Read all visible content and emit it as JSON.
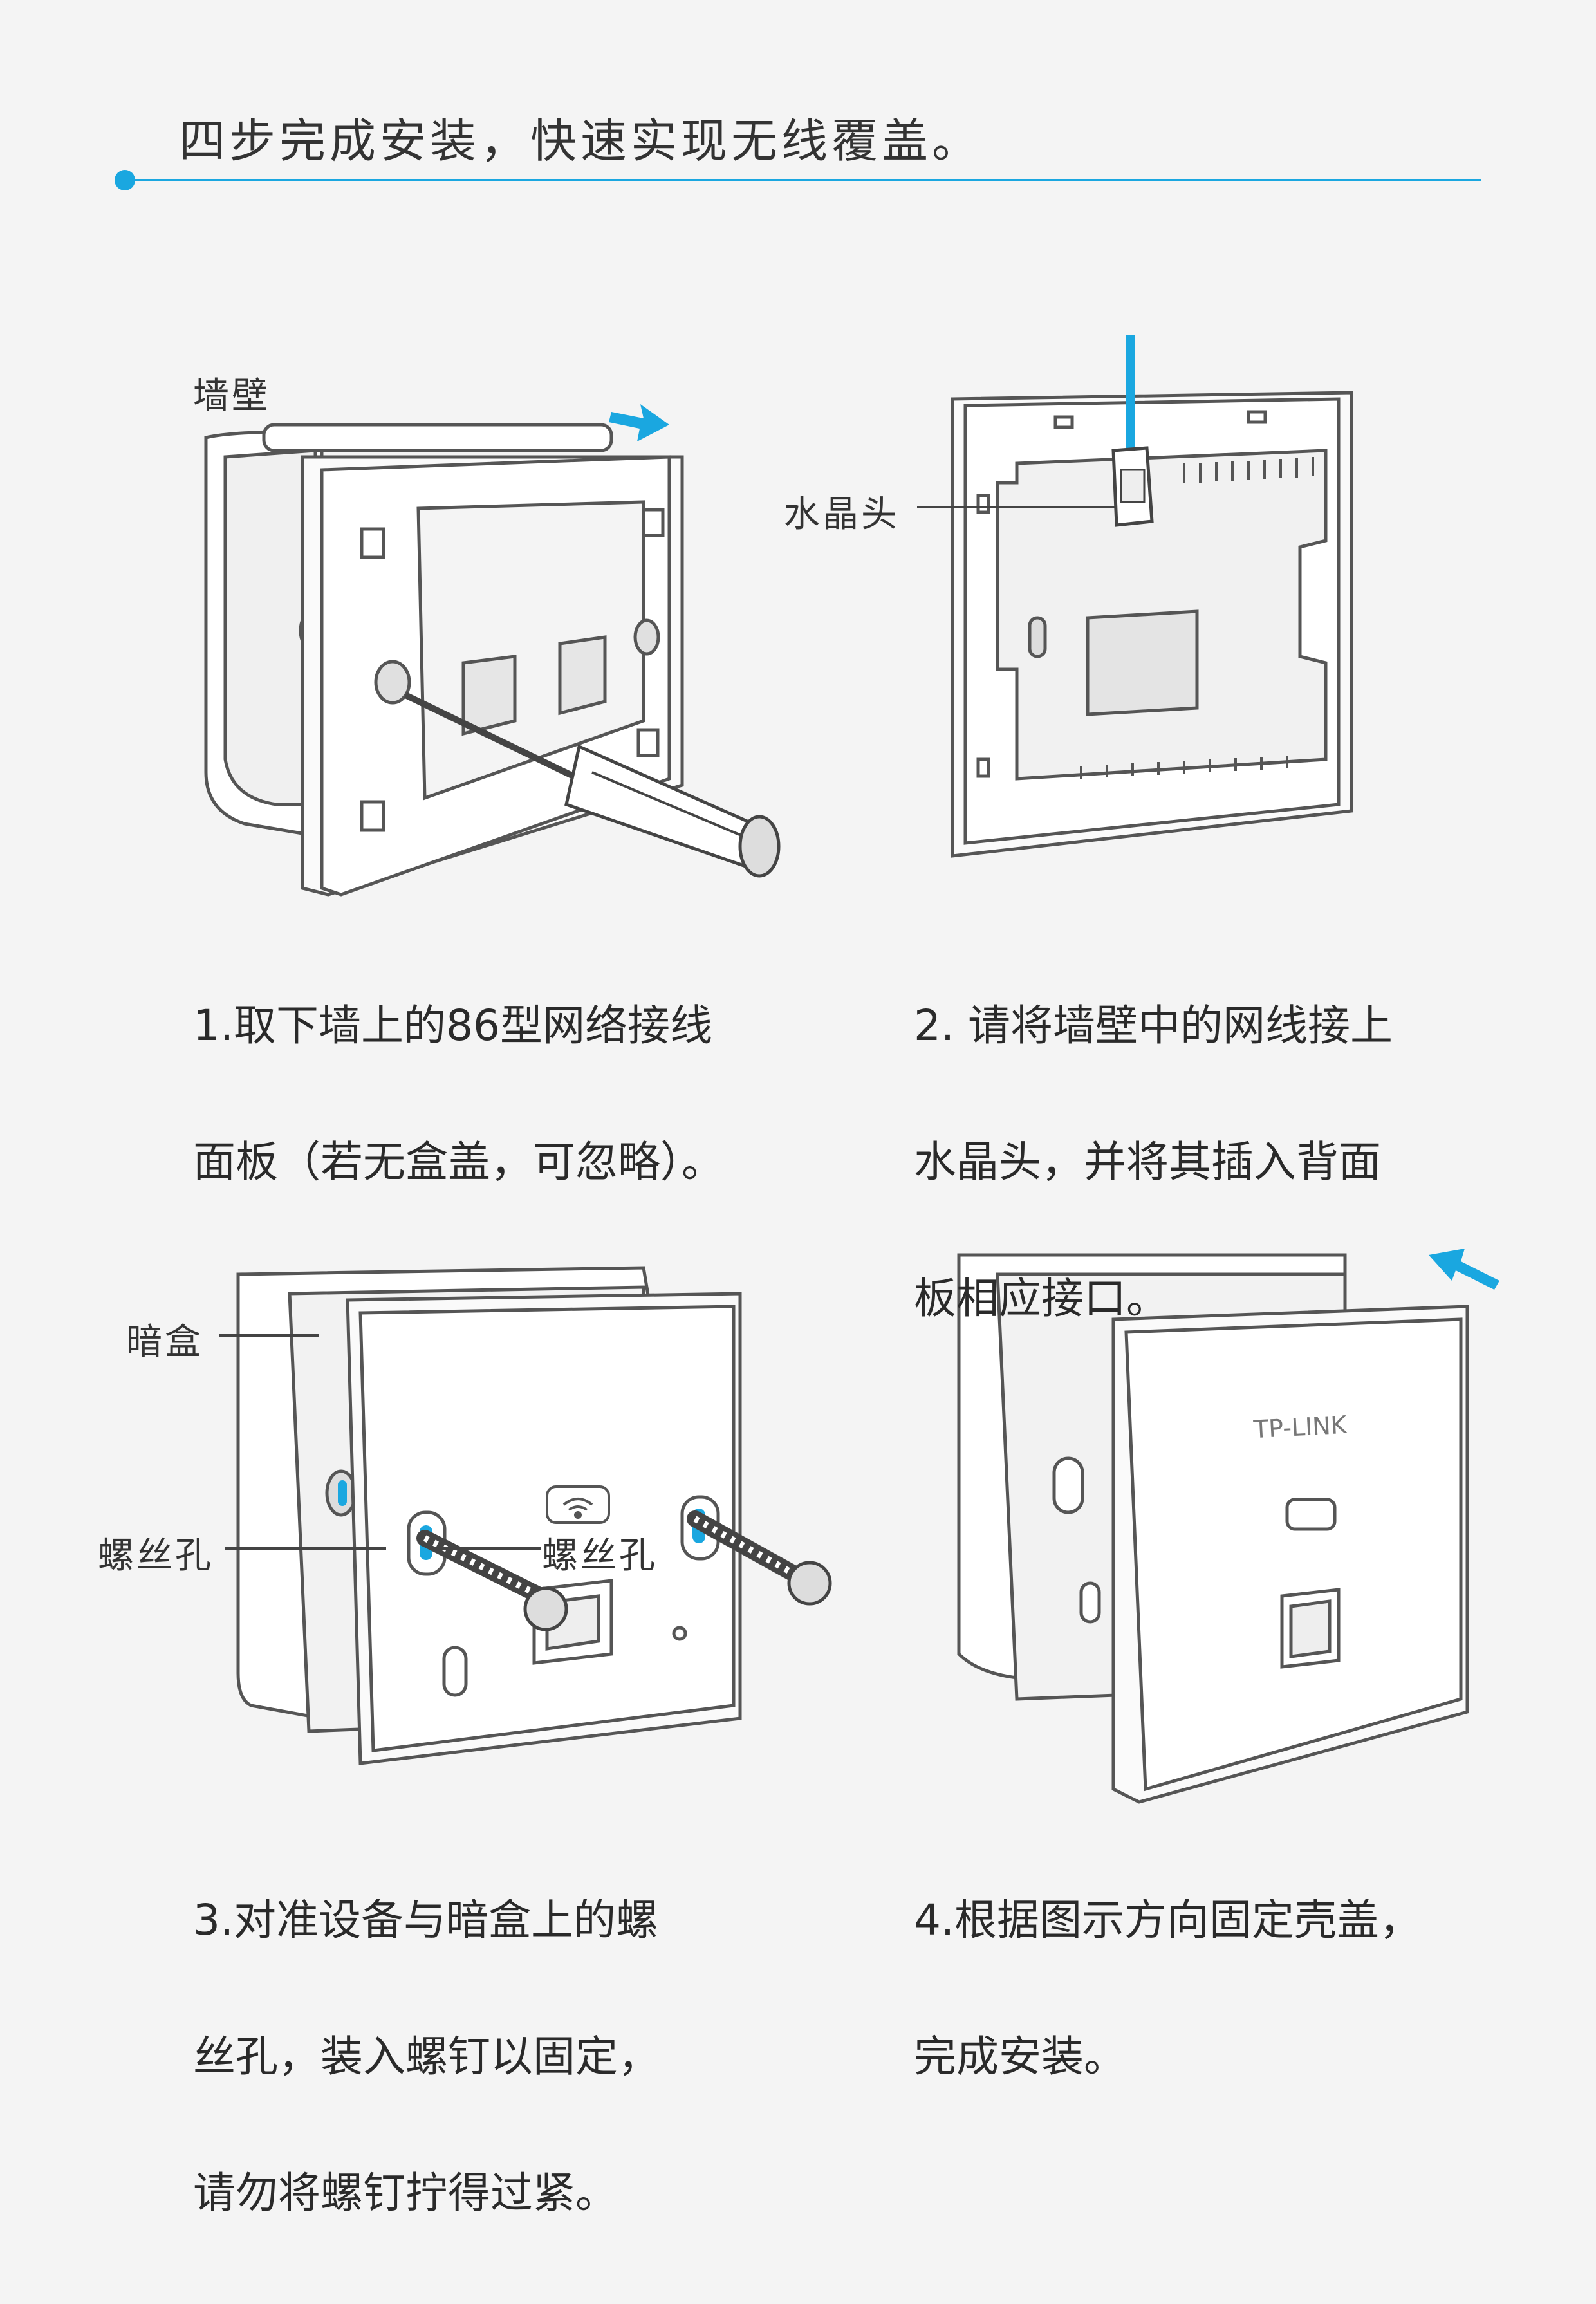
{
  "header": {
    "title": "四步完成安装，快速实现无线覆盖。",
    "accent_color": "#1aa7e0"
  },
  "steps": [
    {
      "caption_lines": [
        "1.取下墙上的86型网络接线",
        "面板（若无盒盖，可忽略）。"
      ],
      "labels": [
        "墙壁"
      ],
      "icons": [
        "arrow-right-icon",
        "screwdriver-icon"
      ]
    },
    {
      "caption_lines": [
        "2. 请将墙壁中的网线接上",
        "水晶头，并将其插入背面",
        "板相应接口。"
      ],
      "labels": [
        "水晶头"
      ],
      "icons": [
        "network-cable-icon"
      ]
    },
    {
      "caption_lines": [
        " 3.对准设备与暗盒上的螺",
        "丝孔，装入螺钉以固定，",
        "请勿将螺钉拧得过紧。"
      ],
      "labels": [
        "暗盒",
        "螺丝孔",
        "螺丝孔"
      ],
      "icons": [
        "screw-icon",
        "wifi-icon"
      ]
    },
    {
      "caption_lines": [
        "4.根据图示方向固定壳盖，",
        "完成安装。"
      ],
      "labels": [],
      "brand": "TP-LINK",
      "icons": [
        "arrow-left-icon"
      ]
    }
  ]
}
